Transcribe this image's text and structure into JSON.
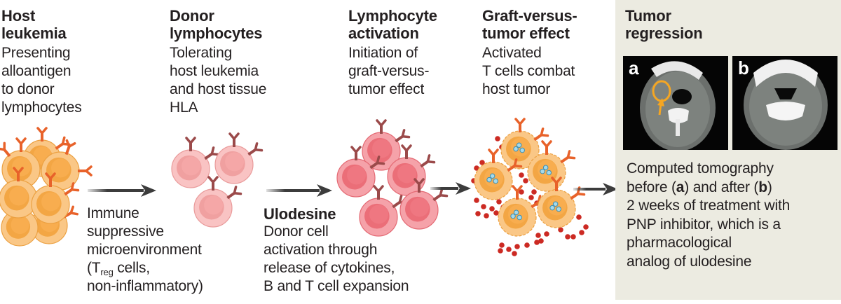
{
  "stages": [
    {
      "title_lines": [
        "Host",
        "leukemia"
      ],
      "desc_lines": [
        "Presenting",
        "alloantigen",
        "to donor",
        "lymphocytes"
      ]
    },
    {
      "title_lines": [
        "Donor",
        "lymphocytes"
      ],
      "desc_lines": [
        "Tolerating",
        "host leukemia",
        "and host tissue",
        "HLA"
      ]
    },
    {
      "title_lines": [
        "Lymphocyte",
        "activation"
      ],
      "desc_lines": [
        "Initiation of",
        "graft-versus-",
        "tumor effect"
      ]
    },
    {
      "title_lines": [
        "Graft-versus-",
        "tumor effect"
      ],
      "desc_lines": [
        "Activated",
        "T cells combat",
        "host tumor"
      ]
    },
    {
      "title_lines": [
        "Tumor",
        "regression"
      ],
      "desc_lines": [
        "Computed tomography",
        "2 weeks of treatment with",
        "PNP inhibitor, which is a",
        "pharmacological",
        "analog of ulodesine"
      ],
      "ct_before_label_line": {
        "pre": "before (",
        "a": "a",
        "mid": ") and after (",
        "b": "b",
        "post": ")"
      }
    }
  ],
  "transitions": [
    {
      "label_lines": [
        "Immune",
        "suppressive",
        "microenvironment"
      ],
      "treg": {
        "open": "(T",
        "sub": "reg",
        "rest": " cells,"
      },
      "last_line": "non-inflammatory)"
    },
    {
      "title": "Ulodesine",
      "label_lines": [
        "Donor cell",
        "activation through",
        "release of cytokines,",
        "B and T cell expansion"
      ]
    }
  ],
  "ct_images": [
    {
      "label": "a",
      "description": "CT scan before treatment with tumor circled"
    },
    {
      "label": "b",
      "description": "CT scan after treatment"
    }
  ],
  "colors": {
    "host_cell": "#f8a945",
    "host_receptor": "#e8622a",
    "donor_cell": "#f5a3a3",
    "donor_receptor": "#9b4a4a",
    "activated_cell": "#f0707a",
    "cytokine": "#cc2a23",
    "granule": "#7ec8e3",
    "panel_bg": "#ecebe1",
    "arrow": "#3c3c3c",
    "highlight": "#f5a623"
  }
}
